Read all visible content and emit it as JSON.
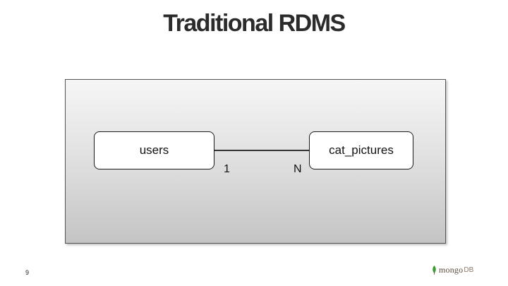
{
  "slide": {
    "title": "Traditional RDMS",
    "page_number": "9"
  },
  "diagram": {
    "entities": [
      {
        "label": "users"
      },
      {
        "label": "cat_pictures"
      }
    ],
    "relation": {
      "from_cardinality": "1",
      "to_cardinality": "N"
    }
  },
  "logo": {
    "icon": "leaf-icon",
    "text": "mongo",
    "text_suffix": "DB",
    "color": "#3f9c35"
  },
  "colors": {
    "title": "#2b2b2b",
    "panel_border": "#555555",
    "entity_border": "#1a1a1a"
  }
}
